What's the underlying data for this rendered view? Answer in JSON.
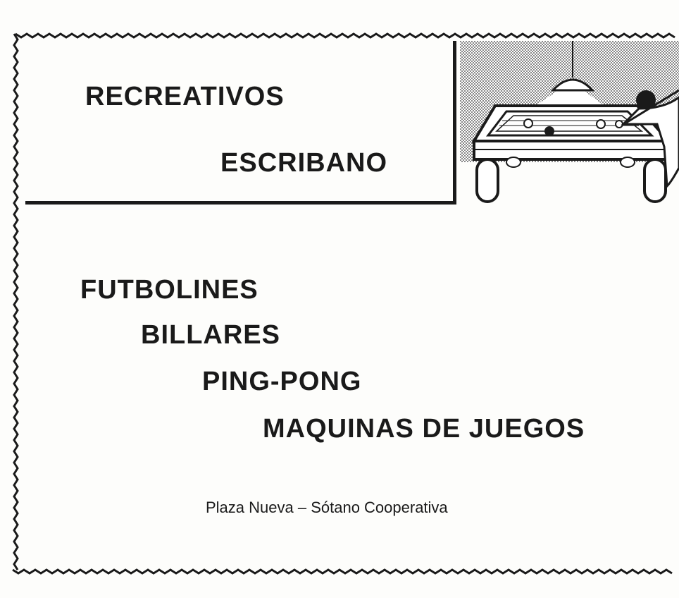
{
  "header": {
    "title_line1": "RECREATIVOS",
    "title_line2": "ESCRIBANO"
  },
  "services": [
    "FUTBOLINES",
    "BILLARES",
    "PING-PONG",
    "MAQUINAS DE JUEGOS"
  ],
  "footer": {
    "address": "Plaza Nueva – Sótano Cooperativa"
  },
  "illustration": {
    "icon": "billiard-table-illustration"
  },
  "colors": {
    "ink": "#1a1a1a",
    "paper": "#fdfdfb"
  }
}
